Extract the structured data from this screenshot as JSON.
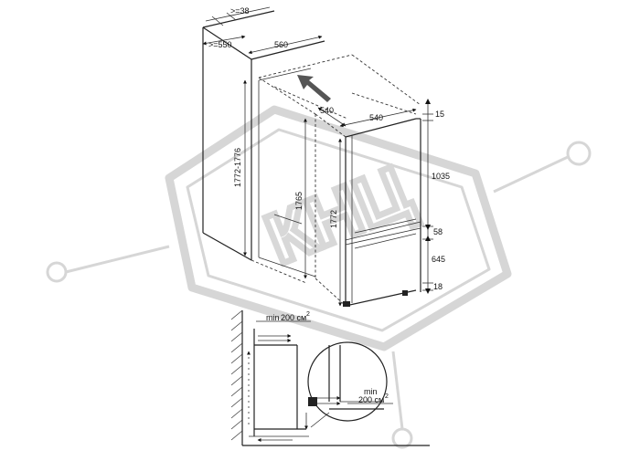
{
  "top_diagram": {
    "dim_top_gap": ">=38",
    "dim_depth_min": ">=550",
    "dim_niche_width": "560",
    "dim_niche_height": "1772-1776",
    "dim_inner_height": "1765",
    "dim_depth_arrow": "540",
    "dim_unit_width": "540",
    "dim_unit_height": "1772",
    "dim_top_panel": "15",
    "dim_upper_door": "1035",
    "dim_door_gap": "58",
    "dim_lower_door": "645",
    "dim_bottom_gap": "18"
  },
  "ventilation_diagram": {
    "label_top_min": "min",
    "label_top_area": "200 см",
    "label_top_sup": "2",
    "label_bottom_min": "min",
    "label_bottom_area": "200 см",
    "label_bottom_sup": "2"
  },
  "watermark": {
    "text": "КНЦ"
  }
}
